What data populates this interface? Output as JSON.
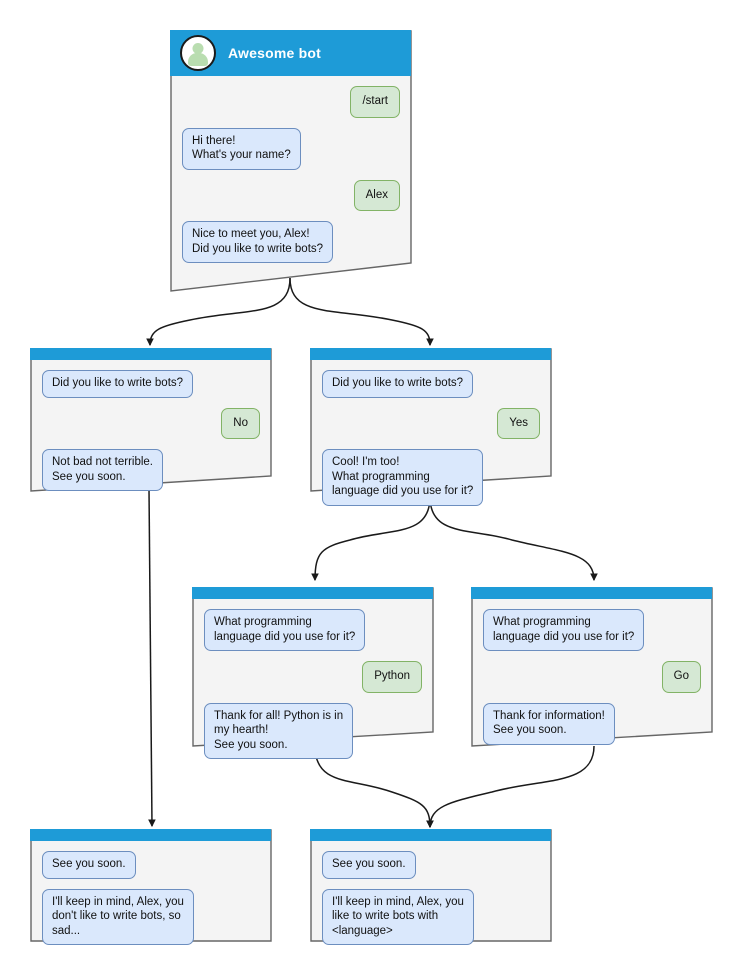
{
  "diagram": {
    "type": "bot-conversation-flow",
    "bot_name": "Awesome bot",
    "colors": {
      "header_blue": "#1e9bd7",
      "card_body": "#f4f4f4",
      "card_border": "#666666",
      "bot_bubble_fill": "#dae8fc",
      "bot_bubble_border": "#6c8ebf",
      "user_bubble_fill": "#d5e8d4",
      "user_bubble_border": "#82b366",
      "edge": "#1a1a1a",
      "avatar_fill": "#b9ddb0"
    },
    "avatar_icon": "person-icon"
  },
  "cards": [
    {
      "id": "start",
      "has_header_title": true,
      "title": "Awesome bot",
      "messages": [
        {
          "from": "user",
          "text": "/start"
        },
        {
          "from": "bot",
          "text": "Hi there!\nWhat's your name?"
        },
        {
          "from": "user",
          "text": "Alex"
        },
        {
          "from": "bot",
          "text": "Nice to meet you, Alex!\nDid you like to write bots?"
        }
      ]
    },
    {
      "id": "answer-no",
      "has_header_title": false,
      "title": "",
      "messages": [
        {
          "from": "bot",
          "text": "Did you like to write bots?"
        },
        {
          "from": "user",
          "text": "No"
        },
        {
          "from": "bot",
          "text": "Not bad not terrible.\nSee you soon."
        }
      ]
    },
    {
      "id": "answer-yes",
      "has_header_title": false,
      "title": "",
      "messages": [
        {
          "from": "bot",
          "text": "Did you like to write bots?"
        },
        {
          "from": "user",
          "text": "Yes"
        },
        {
          "from": "bot",
          "text": "Cool! I'm too!\nWhat programming\nlanguage did you use for it?"
        }
      ]
    },
    {
      "id": "answer-python",
      "has_header_title": false,
      "title": "",
      "messages": [
        {
          "from": "bot",
          "text": "What programming\nlanguage did you use for it?"
        },
        {
          "from": "user",
          "text": "Python"
        },
        {
          "from": "bot",
          "text": "Thank for all! Python is in\nmy hearth!\nSee you soon."
        }
      ]
    },
    {
      "id": "answer-go",
      "has_header_title": false,
      "title": "",
      "messages": [
        {
          "from": "bot",
          "text": "What programming\nlanguage did you use for it?"
        },
        {
          "from": "user",
          "text": "Go"
        },
        {
          "from": "bot",
          "text": "Thank for information!\nSee you soon."
        }
      ]
    },
    {
      "id": "end-sad",
      "has_header_title": false,
      "title": "",
      "messages": [
        {
          "from": "bot",
          "text": "See you soon."
        },
        {
          "from": "bot",
          "text": "I'll keep in mind, Alex, you\ndon't like to write bots, so\nsad..."
        }
      ]
    },
    {
      "id": "end-happy",
      "has_header_title": false,
      "title": "",
      "messages": [
        {
          "from": "bot",
          "text": "See you soon."
        },
        {
          "from": "bot",
          "text": "I'll keep in mind, Alex, you\nlike to write bots with\n<language>"
        }
      ]
    }
  ]
}
